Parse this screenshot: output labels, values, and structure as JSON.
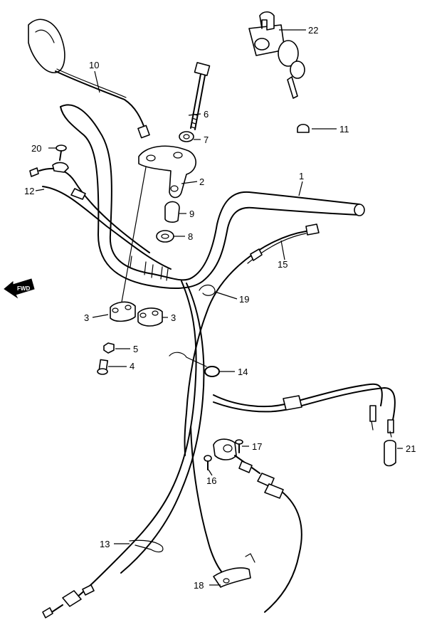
{
  "labels": {
    "p1": "1",
    "p2": "2",
    "p3a": "3",
    "p3b": "3",
    "p4": "4",
    "p5": "5",
    "p6": "6",
    "p7": "7",
    "p8": "8",
    "p9": "9",
    "p10": "10",
    "p11": "11",
    "p12": "12",
    "p13": "13",
    "p14": "14",
    "p15": "15",
    "p16": "16",
    "p17": "17",
    "p18": "18",
    "p19": "19",
    "p20": "20",
    "p21": "21",
    "p22": "22"
  },
  "fwd": "FWD"
}
